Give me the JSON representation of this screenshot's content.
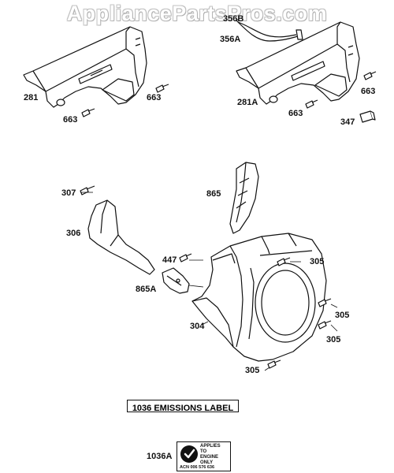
{
  "watermark": "AppliancePartsPros.com",
  "labels": {
    "p281": "281",
    "p663_a": "663",
    "p663_b": "663",
    "p356B": "356B",
    "p356A": "356A",
    "p281A": "281A",
    "p663_c": "663",
    "p663_d": "663",
    "p347": "347",
    "p307": "307",
    "p865": "865",
    "p306": "306",
    "p447": "447",
    "p305_a": "305",
    "p865A": "865A",
    "p305_b": "305",
    "p304": "304",
    "p305_c": "305",
    "p305_d": "305",
    "p1036A": "1036A"
  },
  "emissions_label": "1036 EMISSIONS LABEL",
  "decal": {
    "line1": "APPLIES",
    "line2": "TO",
    "line3": "ENGINE",
    "line4": "ONLY",
    "acn": "ACN 006 576 636"
  }
}
